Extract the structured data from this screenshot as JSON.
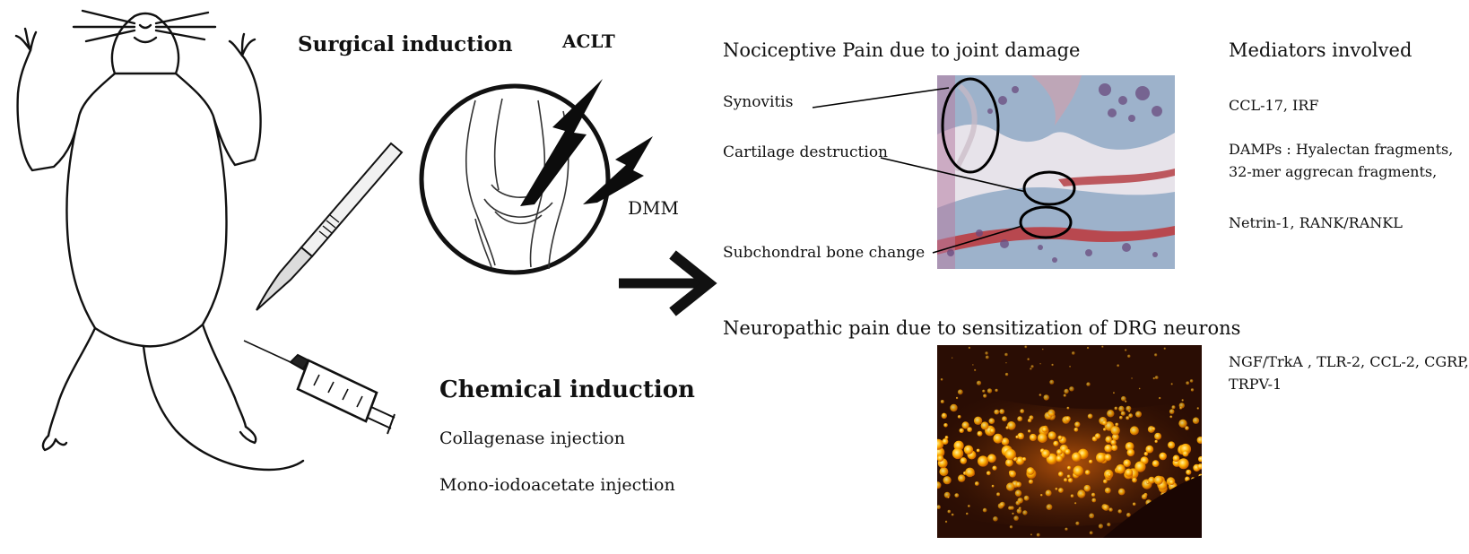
{
  "surgical": {
    "title": "Surgical induction",
    "aclt": "ACLT",
    "dmm": "DMM"
  },
  "chemical": {
    "title": "Chemical induction",
    "item1": "Collagenase injection",
    "item2": "Mono-iodoacetate injection"
  },
  "nociceptive": {
    "title": "Nociceptive Pain due to joint damage",
    "synovitis": "Synovitis",
    "cartilage": "Cartilage destruction",
    "subchondral": "Subchondral bone change"
  },
  "neuropathic": {
    "title": "Neuropathic pain due to sensitization of DRG neurons"
  },
  "mediators": {
    "title": "Mediators involved",
    "line1": "CCL-17, IRF",
    "line2a": "DAMPs : Hyalectan fragments,",
    "line2b": "32-mer aggrecan fragments,",
    "line3": "Netrin-1, RANK/RANKL",
    "line4a": "NGF/TrkA , TLR-2, CCL-2, CGRP,",
    "line4b": "TRPV-1"
  },
  "colors": {
    "histology_bg": "#e7e3ea",
    "tissue_blue": "#8fa9c6",
    "stain_red": "#b8484f",
    "dots_purple": "#6a4a7e",
    "fluorescence_bg": "#2a0d04",
    "fluorescence_glow": "#ffb000"
  }
}
